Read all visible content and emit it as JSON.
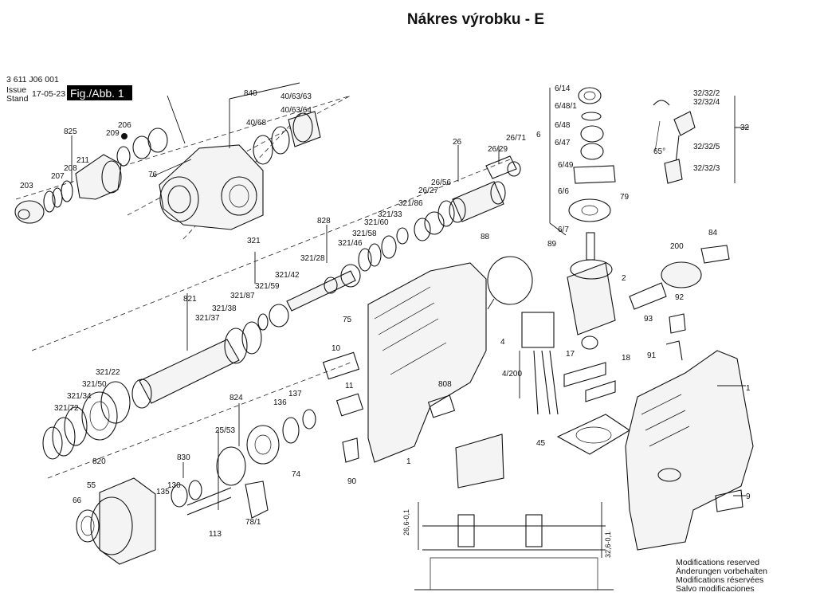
{
  "title": "Nákres výrobku - E",
  "drawing_number": "3 611 J06 001",
  "issue_label": "Issue\nStand",
  "issue_label_line1": "Issue",
  "issue_label_line2": "Stand",
  "issue_date": "17-05-23",
  "figure_label": "Fig./Abb. 1",
  "notes": [
    "Modifications reserved",
    "Änderungen vorbehalten",
    "Modifications réservées",
    "Salvo modificaciones"
  ],
  "dimensions": [
    "26,6-0,1",
    "32,6-0,1"
  ],
  "angle_label": "65°",
  "part_labels": [
    "840",
    "40/63/63",
    "40/63/64",
    "40/68",
    "825",
    "206",
    "209",
    "211",
    "208",
    "207",
    "203",
    "76",
    "26",
    "26/71",
    "26/29",
    "26/56",
    "26/27",
    "321/86",
    "321/33",
    "321/60",
    "321/58",
    "321/46",
    "828",
    "321",
    "321/28",
    "321/42",
    "321/59",
    "821",
    "321/87",
    "321/38",
    "321/37",
    "321/22",
    "321/50",
    "321/34",
    "321/72",
    "824",
    "25/53",
    "137",
    "136",
    "830",
    "130",
    "135",
    "113",
    "78/1",
    "74",
    "820",
    "55",
    "66",
    "6/14",
    "6/48/1",
    "6/48",
    "6/47",
    "6",
    "6/49",
    "79",
    "6/6",
    "6/7",
    "88",
    "89",
    "2",
    "75",
    "10",
    "11",
    "808",
    "1",
    "90",
    "4",
    "4/200",
    "17",
    "18",
    "45",
    "32/32/2",
    "32/32/4",
    "32",
    "32/32/5",
    "32/32/3",
    "200",
    "84",
    "92",
    "93",
    "91",
    "1",
    "9"
  ]
}
